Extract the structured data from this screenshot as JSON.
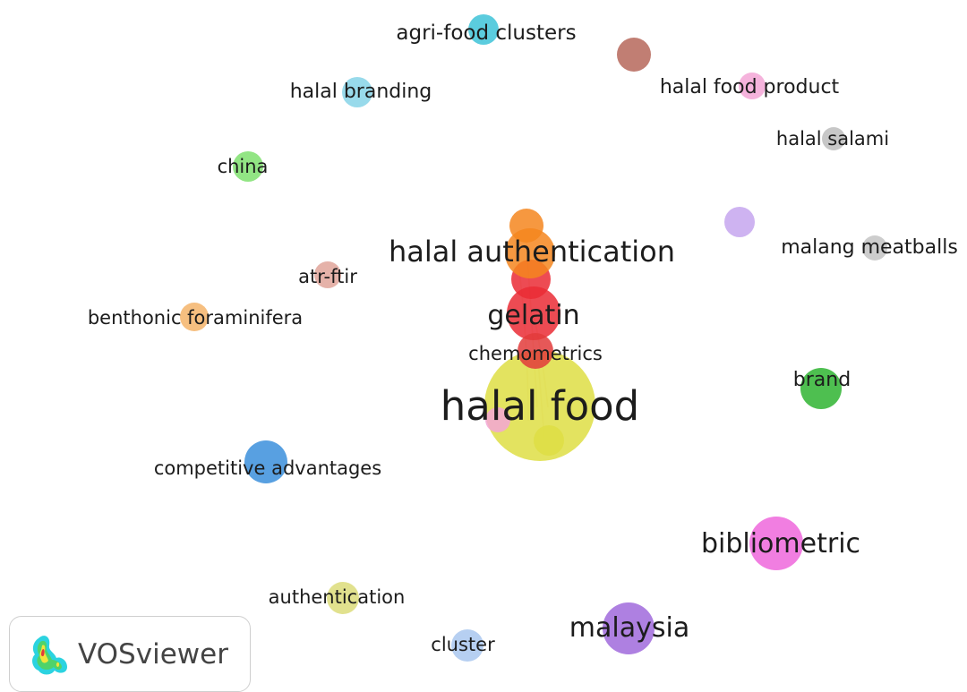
{
  "logo": {
    "text": "VOSviewer",
    "icon": "vosviewer-heat-icon"
  },
  "nodes": [
    {
      "id": "agri-food-clusters",
      "label": "agri-food clusters",
      "color": "#3ec3d8"
    },
    {
      "id": "cluster-brown",
      "label": "",
      "color": "#b6675b"
    },
    {
      "id": "halal-branding",
      "label": "halal branding",
      "color": "#86d3e8"
    },
    {
      "id": "halal-food-product",
      "label": "halal food product",
      "color": "#f3a6d6"
    },
    {
      "id": "halal-salami",
      "label": "halal salami",
      "color": "#bdbdbd"
    },
    {
      "id": "china",
      "label": "china",
      "color": "#7fe06f"
    },
    {
      "id": "cluster-lavender",
      "label": "",
      "color": "#c6a6ee"
    },
    {
      "id": "malang-meatballs",
      "label": "malang meatballs",
      "color": "#c4c4c4"
    },
    {
      "id": "halal-authentication",
      "label": "halal authentication",
      "color": "#f5861f"
    },
    {
      "id": "atr-ftir",
      "label": "atr-ftir",
      "color": "#e0a59a"
    },
    {
      "id": "benthonic-foraminifera",
      "label": "benthonic foraminifera",
      "color": "#f5b46a"
    },
    {
      "id": "gelatin",
      "label": "gelatin",
      "color": "#ea2b35"
    },
    {
      "id": "chemometrics",
      "label": "chemometrics",
      "color": "#e23b3b"
    },
    {
      "id": "halal-food",
      "label": "halal food",
      "color": "#dede44"
    },
    {
      "id": "brand",
      "label": "brand",
      "color": "#2fb431"
    },
    {
      "id": "competitive-advantages",
      "label": "competitive advantages",
      "color": "#3b8fdc"
    },
    {
      "id": "bibliometric",
      "label": "bibliometric",
      "color": "#ee67dc"
    },
    {
      "id": "authentication",
      "label": "authentication",
      "color": "#dcdc7a"
    },
    {
      "id": "malaysia",
      "label": "malaysia",
      "color": "#a06adc"
    },
    {
      "id": "cluster",
      "label": "cluster",
      "color": "#a9c7ef"
    }
  ]
}
